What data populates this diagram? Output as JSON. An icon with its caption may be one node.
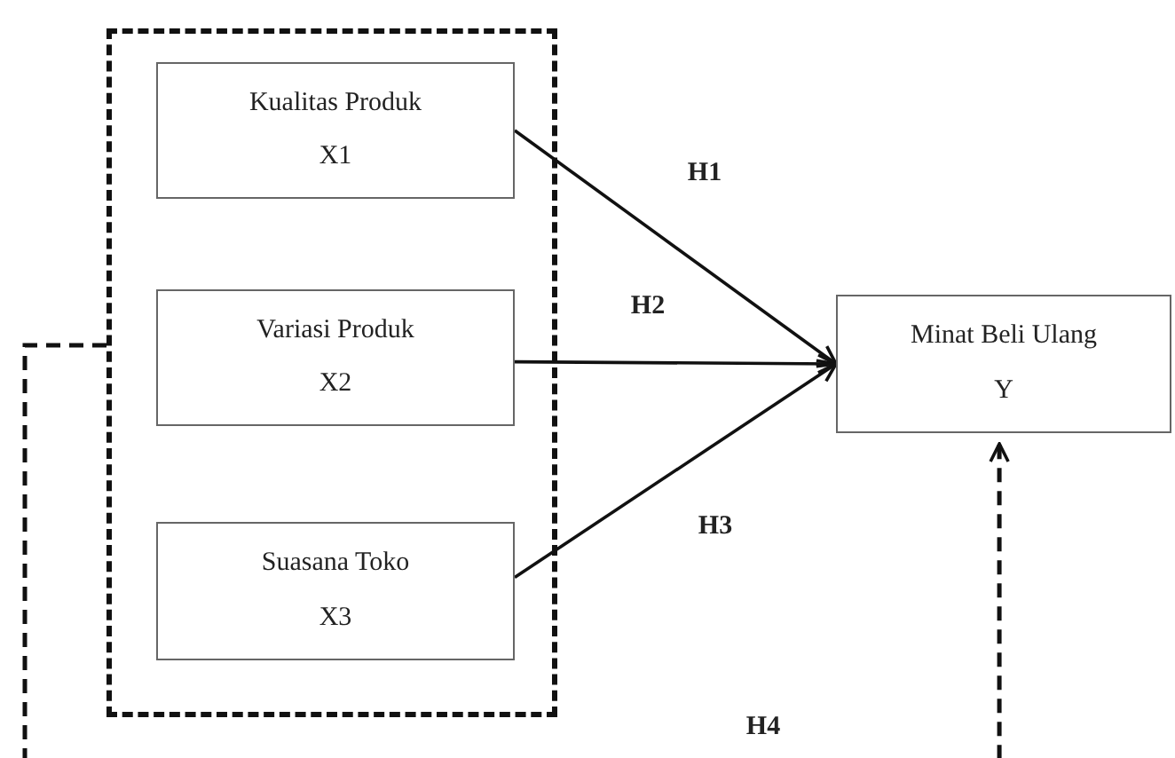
{
  "diagram": {
    "nodes": [
      {
        "text": [],
        "shape": "box"
      },
      {
        "text": [
          "Kualitas Produk",
          "X1"
        ],
        "in": 0
      },
      {
        "text": [
          "Variasi Produk",
          "X2"
        ],
        "in": 0
      },
      {
        "text": [
          "Suasana Toko",
          "X3"
        ],
        "in": 0
      },
      {
        "text": [
          "Minat Beli Ulang",
          "Y"
        ]
      }
    ],
    "edges": [
      {
        "from": 1,
        "to": 4,
        "arrow": "to",
        "label": "H1"
      },
      {
        "from": 2,
        "to": 4,
        "arrow": "to",
        "label": "H2"
      },
      {
        "from": 3,
        "to": 4,
        "arrow": "to",
        "label": "H3"
      },
      {
        "from": 0,
        "to": 4,
        "arrow": "to",
        "label": "H4",
        "style": "dashed"
      }
    ]
  }
}
